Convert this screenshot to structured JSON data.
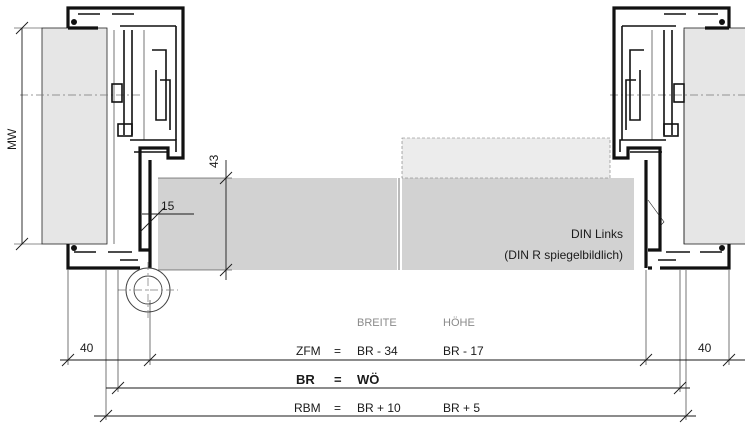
{
  "labels": {
    "mw": "MW",
    "dim_43": "43",
    "dim_15": "15",
    "din_links": "DIN Links",
    "din_r": "(DIN R spiegelbildlich)",
    "dim_40_left": "40",
    "dim_40_right": "40"
  },
  "table": {
    "header_width": "BREITE",
    "header_height": "HÖHE",
    "rows": [
      {
        "key": "ZFM",
        "eq": "=",
        "width": "BR - 34",
        "height": "BR - 17"
      },
      {
        "key": "BR",
        "eq": "=",
        "width": "WÖ",
        "height": ""
      },
      {
        "key": "RBM",
        "eq": "=",
        "width": "BR + 10",
        "height": "BR + 5"
      }
    ]
  },
  "colors": {
    "line": "#111111",
    "wall_fill": "#e6e6e6",
    "panel_fill": "#d2d2d2",
    "muted_text": "#8a8a8a"
  }
}
